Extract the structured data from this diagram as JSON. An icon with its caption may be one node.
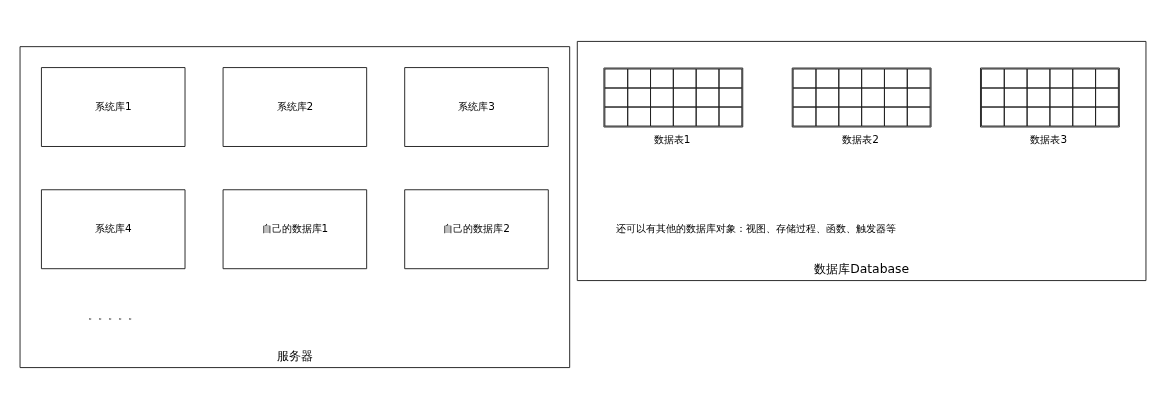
{
  "diagram": {
    "nodes": [
      {
        "text": [
          "服务器"
        ]
      },
      {
        "text": [
          "系统库1"
        ],
        "in": 0
      },
      {
        "text": [
          "系统库2"
        ],
        "in": 0
      },
      {
        "text": [
          "系统库3"
        ],
        "in": 0
      },
      {
        "text": [
          "系统库4"
        ],
        "in": 0
      },
      {
        "text": [
          "自己的数据库1"
        ],
        "in": 0
      },
      {
        "text": [
          "自己的数据库2"
        ],
        "in": 0
      },
      {
        "text": [
          "数据库Database"
        ]
      },
      {
        "text": [
          "数据表1"
        ],
        "in": 7
      },
      {
        "text": [
          "数据表2"
        ],
        "in": 7
      },
      {
        "text": [
          "数据表3"
        ],
        "in": 7
      }
    ],
    "labels": [
      "。。。。。",
      "还可以有其他的数据库对象：视图、存储过程、函数、触发器等"
    ]
  }
}
